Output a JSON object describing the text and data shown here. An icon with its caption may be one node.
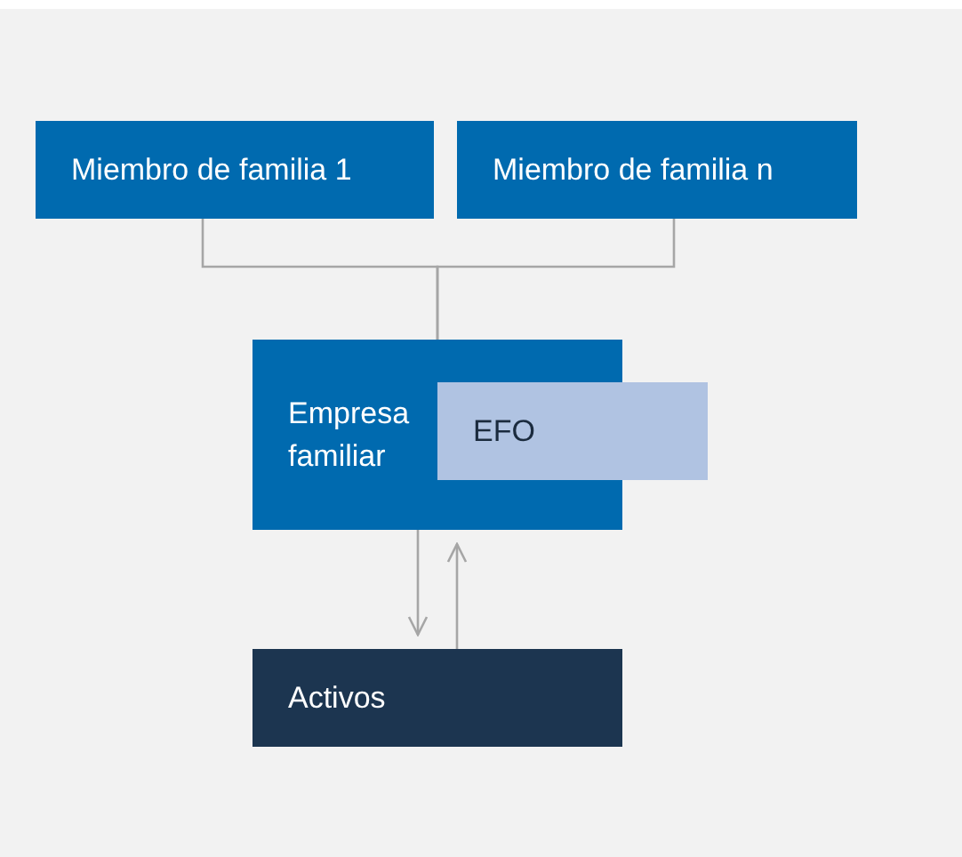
{
  "diagram": {
    "nodes": [
      {
        "text": [
          "Miembro de familia 1"
        ]
      },
      {
        "text": [
          "Miembro de familia n"
        ]
      },
      {
        "text": [
          "Empresa familiar"
        ]
      },
      {
        "text": [
          "EFO"
        ]
      },
      {
        "text": [
          "Activos"
        ]
      }
    ],
    "edges": [
      {
        "from": 0,
        "to": 2,
        "arrow": "none"
      },
      {
        "from": 1,
        "to": 2,
        "arrow": "none"
      },
      {
        "from": 2,
        "to": 4,
        "arrow": "to"
      },
      {
        "from": 4,
        "to": 2,
        "arrow": "to"
      }
    ]
  }
}
